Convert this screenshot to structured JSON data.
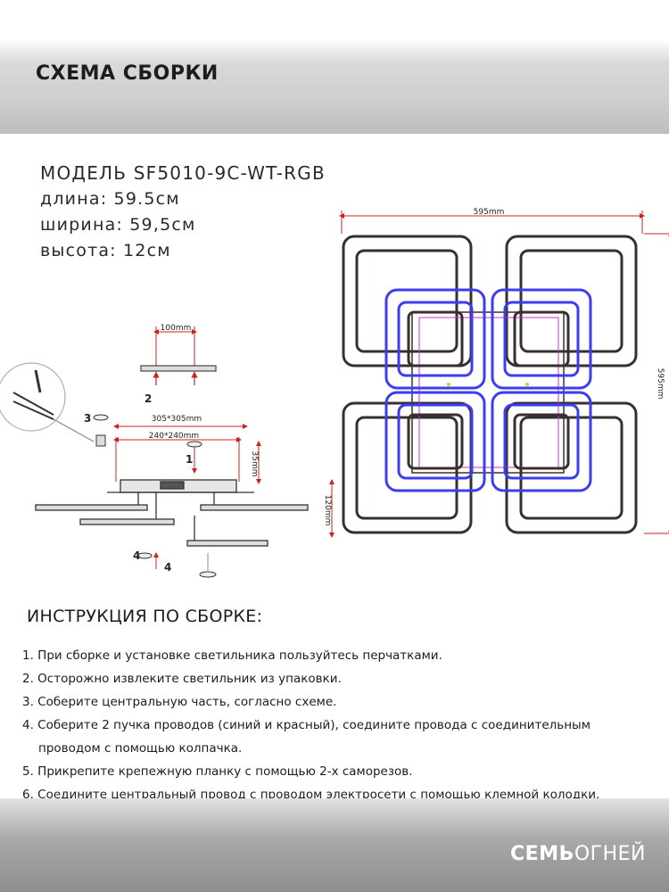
{
  "header": {
    "title": "СХЕМА СБОРКИ"
  },
  "specs": {
    "model": "МОДЕЛЬ SF5010-9C-WT-RGB",
    "length": "длина: 59.5см",
    "width": "ширина: 59,5см",
    "height": "высота: 12см"
  },
  "drawing": {
    "dim_top_width": "595mm",
    "dim_right_depth": "595mm",
    "dim_bracket": "100mm",
    "dim_plate_large": "305*305mm",
    "dim_plate_small": "240*240mm",
    "dim_depth_35": "35mm",
    "dim_height_120": "120mm",
    "step_labels": [
      "1",
      "2",
      "3",
      "4",
      "4"
    ],
    "frame_color": "#3a2f2f",
    "rgb_color": "#3d3df0",
    "accent_color": "#cc33cc"
  },
  "instructions": {
    "title": "ИНСТРУКЦИЯ ПО СБОРКЕ:",
    "steps": [
      "1. При сборке и установке светильника пользуйтесь перчатками.",
      "2. Осторожно извлеките светильник из упаковки.",
      "3. Соберите центральную часть, согласно схеме.",
      "4. Соберите 2 пучка проводов (синий и красный), соедините провода с соединительным",
      "проводом с помощью колпачка.",
      "5. Прикрепите крепежную планку с помощью 2-х саморезов.",
      "6. Соедините центральный провод с проводом электросети с помощью клемной колодки."
    ]
  },
  "brand": {
    "strong": "СЕМЬ",
    "light": "ОГНЕЙ"
  }
}
